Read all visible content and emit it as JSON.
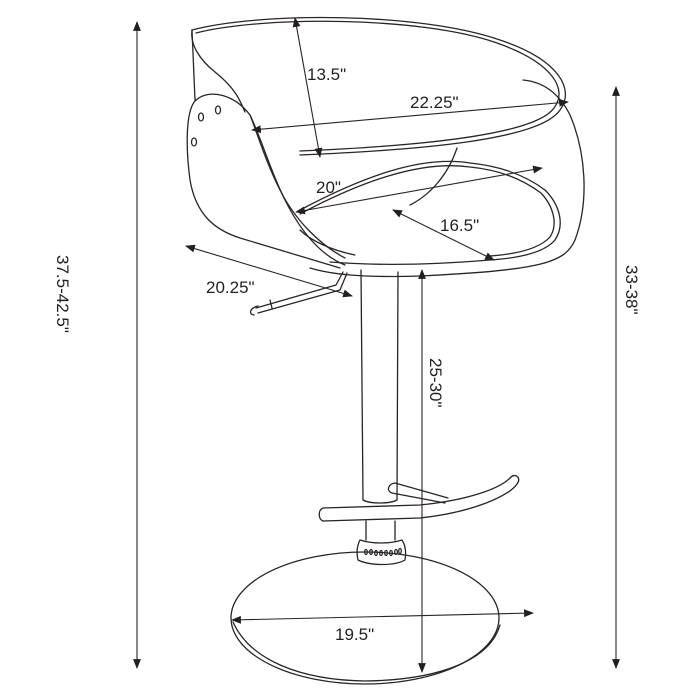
{
  "diagram": {
    "subject": "Adjustable bar stool dimension drawing",
    "colors": {
      "line": "#2a2523",
      "text": "#231f20",
      "background": "#ffffff"
    },
    "dimensions": {
      "overall_height": "37.5-42.5\"",
      "seat_height": "33-38\"",
      "back_height": "13.5\"",
      "overall_width": "22.25\"",
      "seat_width": "20\"",
      "seat_depth": "16.5\"",
      "overall_depth": "20.25\"",
      "pole_height": "25-30\"",
      "base_diameter": "19.5\""
    }
  }
}
